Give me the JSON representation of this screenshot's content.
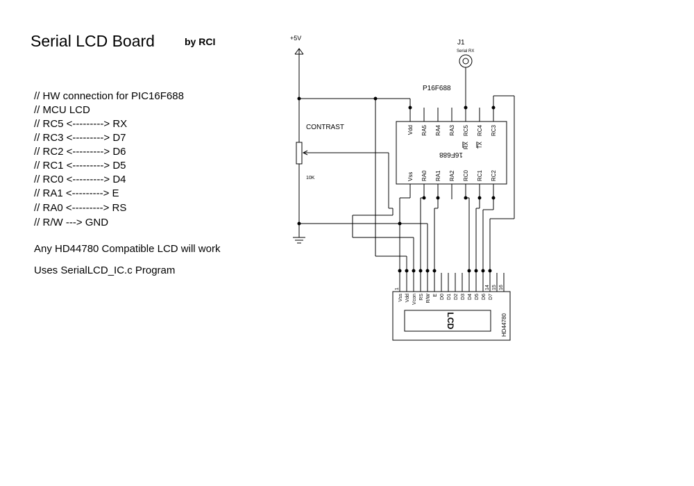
{
  "title": "Serial LCD Board",
  "byline": "by RCI",
  "notes": [
    "// HW connection for PIC16F688",
    "// MCU LCD",
    "// RC5 <---------> RX",
    "// RC3 <---------> D7",
    "// RC2 <---------> D6",
    "// RC1 <---------> D5",
    "// RC0 <---------> D4",
    "// RA1 <---------> E",
    "// RA0 <---------> RS",
    "// R/W ---> GND"
  ],
  "footnotes": [
    "Any HD44780 Compatible LCD will work",
    "Uses SerialLCD_IC.c Program"
  ],
  "schematic": {
    "supply_label": "+5V",
    "connector": {
      "ref": "J1",
      "label": "Serial RX"
    },
    "pot": {
      "label": "CONTRAST",
      "value": "10K"
    },
    "mcu": {
      "label": "P16F688",
      "body_text": "16F688",
      "top_pins": [
        "Vdd",
        "RA5",
        "RA4",
        "RA3",
        "RC5",
        "RC4",
        "RC3"
      ],
      "top_subpins": [
        "",
        "",
        "",
        "",
        "RX",
        "TX",
        ""
      ],
      "bottom_pins": [
        "Vss",
        "RA0",
        "RA1",
        "RA2",
        "RC0",
        "RC1",
        "RC2"
      ]
    },
    "lcd": {
      "label": "LCD",
      "part": "HD44780",
      "pins": [
        "Vss",
        "Vdd",
        "Vcon",
        "RS",
        "R/W",
        "E",
        "D0",
        "D1",
        "D2",
        "D3",
        "D4",
        "D5",
        "D6",
        "D7"
      ],
      "pin_numbers": [
        "1",
        "14",
        "15",
        "16"
      ]
    }
  }
}
